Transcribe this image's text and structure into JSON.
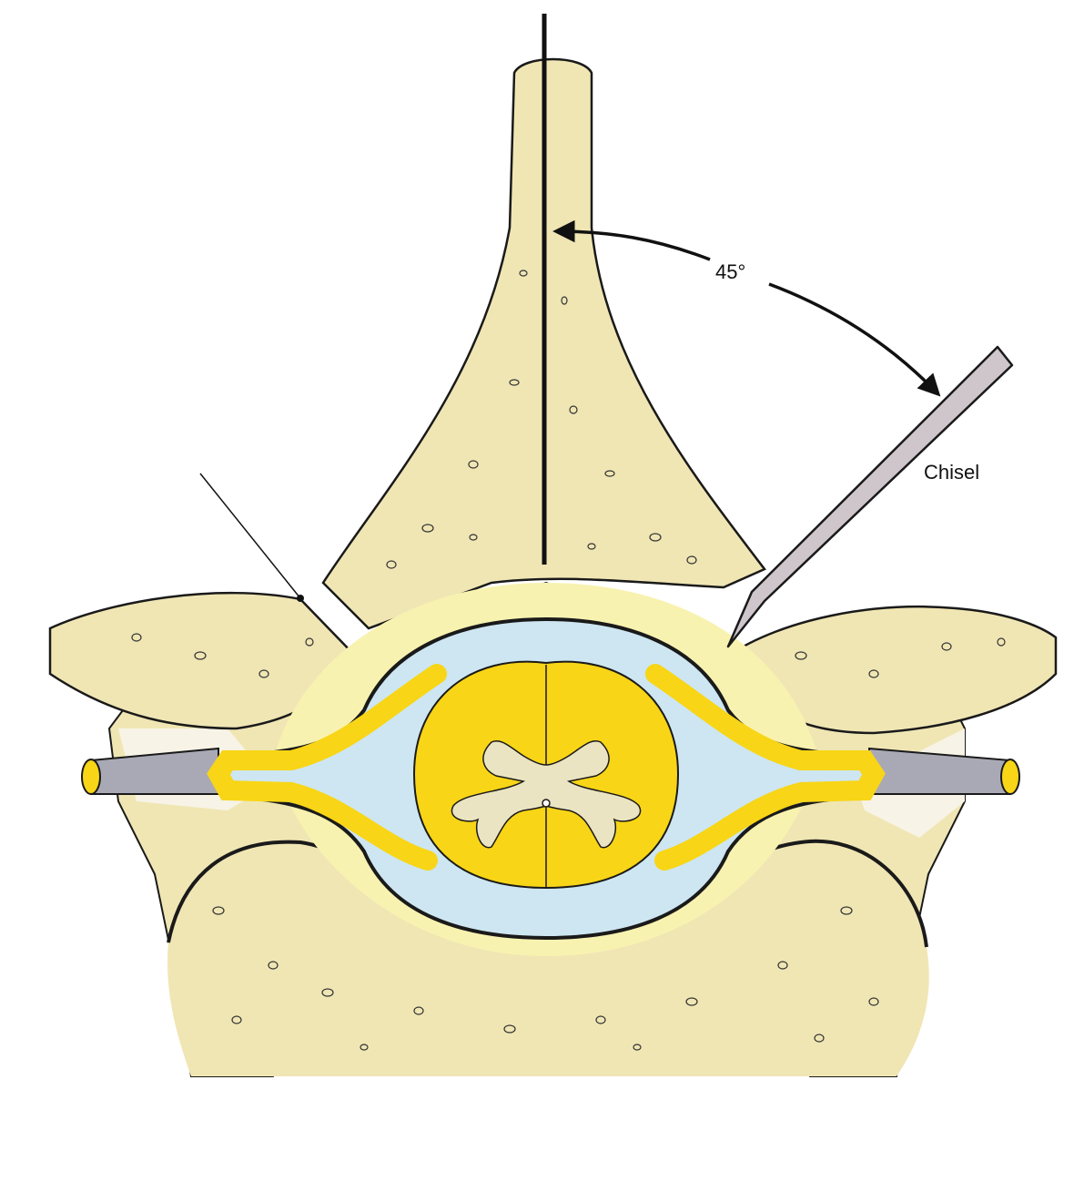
{
  "labels": {
    "angle": "45°",
    "chisel": "Chisel"
  },
  "colors": {
    "bone": "#f0e6b4",
    "bone_light": "#f7f0cc",
    "cortex_pale": "#f8f2b0",
    "dura_blue": "#cde6f1",
    "cord_yellow": "#f8d516",
    "grey_matter": "#ebe4c2",
    "nerve_root_grey": "#a9a9b6",
    "chisel_fill": "#cfc6cc",
    "outline": "#1a1a1a"
  },
  "icons": {
    "spinous_process": "bone-shape",
    "spinal_cord": "cord-cross-section",
    "chisel": "chisel-tool",
    "angle_arrow": "curved-arrow"
  }
}
